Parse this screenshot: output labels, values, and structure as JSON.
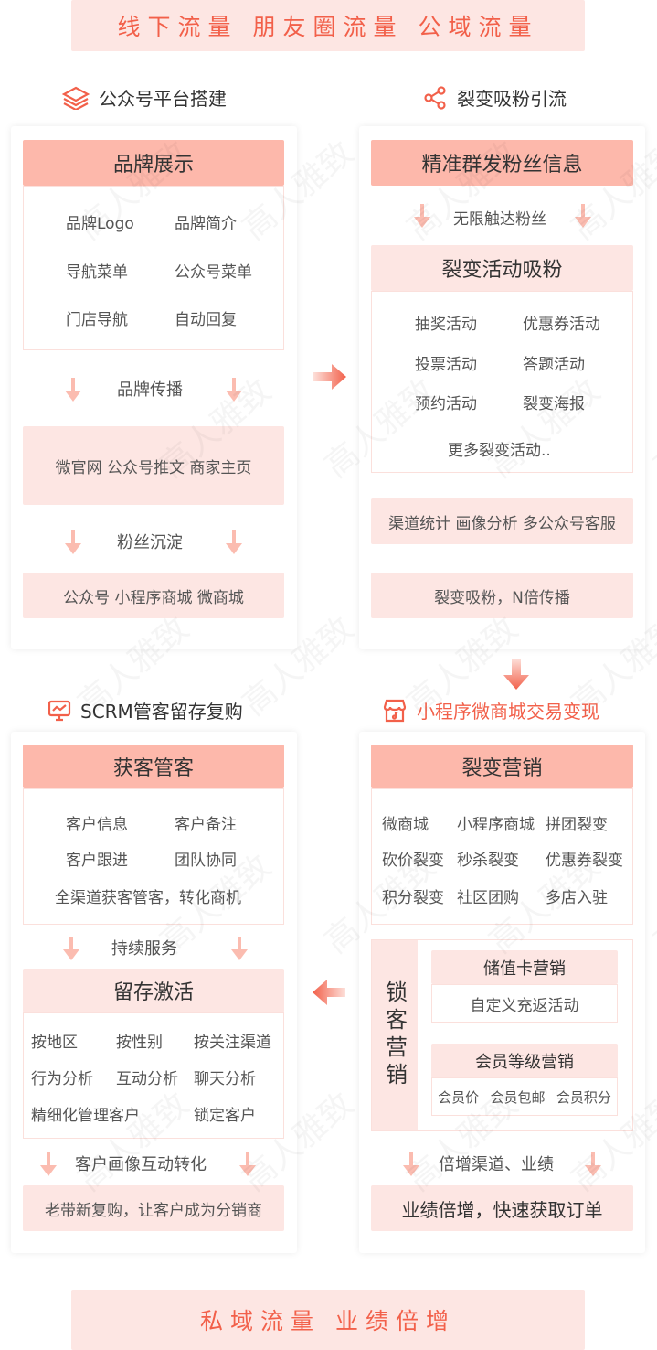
{
  "top_banner": "线下流量  朋友圈流量  公域流量",
  "bottom_banner": "私域流量  业绩倍增",
  "watermark": "高人雅致",
  "colors": {
    "accent": "#f2604a",
    "header": "#fdb8ab",
    "light": "#fde6e3",
    "arrow": "#fbbcb0"
  },
  "s1": {
    "title": "公众号平台搭建",
    "header": "品牌展示",
    "items": [
      "品牌Logo",
      "品牌简介",
      "导航菜单",
      "公众号菜单",
      "门店导航",
      "自动回复"
    ],
    "step1": "品牌传播",
    "box1": "微官网  公众号推文  商家主页",
    "step2": "粉丝沉淀",
    "box2": "公众号  小程序商城   微商城"
  },
  "s2": {
    "title": "裂变吸粉引流",
    "header": "精准群发粉丝信息",
    "step1": "无限触达粉丝",
    "sub_header": "裂变活动吸粉",
    "items": [
      "抽奖活动",
      "优惠券活动",
      "投票活动",
      "答题活动",
      "预约活动",
      "裂变海报"
    ],
    "more": "更多裂变活动..",
    "box1": "渠道统计  画像分析  多公众号客服",
    "box2": "裂变吸粉，N倍传播"
  },
  "s3": {
    "title": "SCRM管客留存复购",
    "header": "获客管客",
    "items": [
      "客户信息",
      "客户备注",
      "客户跟进",
      "团队协同"
    ],
    "line": "全渠道获客管客，转化商机",
    "step1": "持续服务",
    "sub_header": "留存激活",
    "items2": [
      "按地区",
      "按性别",
      "按关注渠道",
      "行为分析",
      "互动分析",
      "聊天分析",
      "精细化管理客户",
      "锁定客户"
    ],
    "step2": "客户画像互动转化",
    "box": "老带新复购，让客户成为分销商"
  },
  "s4": {
    "title": "小程序微商城交易变现",
    "header": "裂变营销",
    "items": [
      "微商城",
      "小程序商城",
      "拼团裂变",
      "砍价裂变",
      "秒杀裂变",
      "优惠券裂变",
      "积分裂变",
      "社区团购",
      "多店入驻"
    ],
    "lock_label": "锁客营销",
    "card_header": "储值卡营销",
    "card_item": "自定义充返活动",
    "member_header": "会员等级营销",
    "member_items": [
      "会员价",
      "会员包邮",
      "会员积分"
    ],
    "step": "倍增渠道、业绩",
    "box": "业绩倍增，快速获取订单"
  }
}
